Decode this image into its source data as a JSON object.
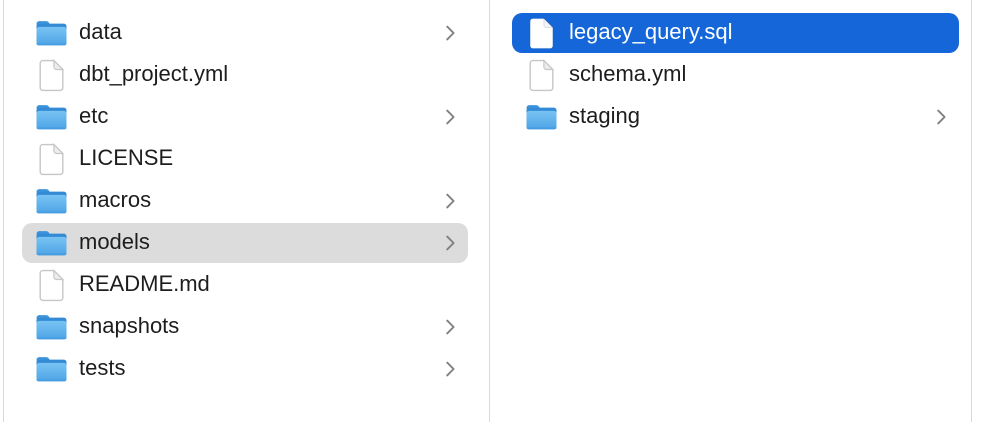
{
  "colors": {
    "selection_active": "#1567d9",
    "selection_inactive": "#dcdcdc",
    "divider": "#d9d9d9",
    "text": "#1d1d1f",
    "text_selected": "#ffffff",
    "chevron": "#808080",
    "folder_front_top": "#79c3f3",
    "folder_front_bottom": "#4da4e6",
    "folder_back": "#3d94dc"
  },
  "columns": [
    {
      "name": "parent-folder-column",
      "items": [
        {
          "label": "data",
          "kind": "folder",
          "has_chevron": true,
          "state": "none"
        },
        {
          "label": "dbt_project.yml",
          "kind": "file",
          "has_chevron": false,
          "state": "none"
        },
        {
          "label": "etc",
          "kind": "folder",
          "has_chevron": true,
          "state": "none"
        },
        {
          "label": "LICENSE",
          "kind": "file",
          "has_chevron": false,
          "state": "none"
        },
        {
          "label": "macros",
          "kind": "folder",
          "has_chevron": true,
          "state": "none"
        },
        {
          "label": "models",
          "kind": "folder",
          "has_chevron": true,
          "state": "selected-inactive"
        },
        {
          "label": "README.md",
          "kind": "file",
          "has_chevron": false,
          "state": "none"
        },
        {
          "label": "snapshots",
          "kind": "folder",
          "has_chevron": true,
          "state": "none"
        },
        {
          "label": "tests",
          "kind": "folder",
          "has_chevron": true,
          "state": "none"
        }
      ]
    },
    {
      "name": "current-folder-column",
      "items": [
        {
          "label": "legacy_query.sql",
          "kind": "file",
          "has_chevron": false,
          "state": "selected-active"
        },
        {
          "label": "schema.yml",
          "kind": "file",
          "has_chevron": false,
          "state": "none"
        },
        {
          "label": "staging",
          "kind": "folder",
          "has_chevron": true,
          "state": "none"
        }
      ]
    }
  ]
}
